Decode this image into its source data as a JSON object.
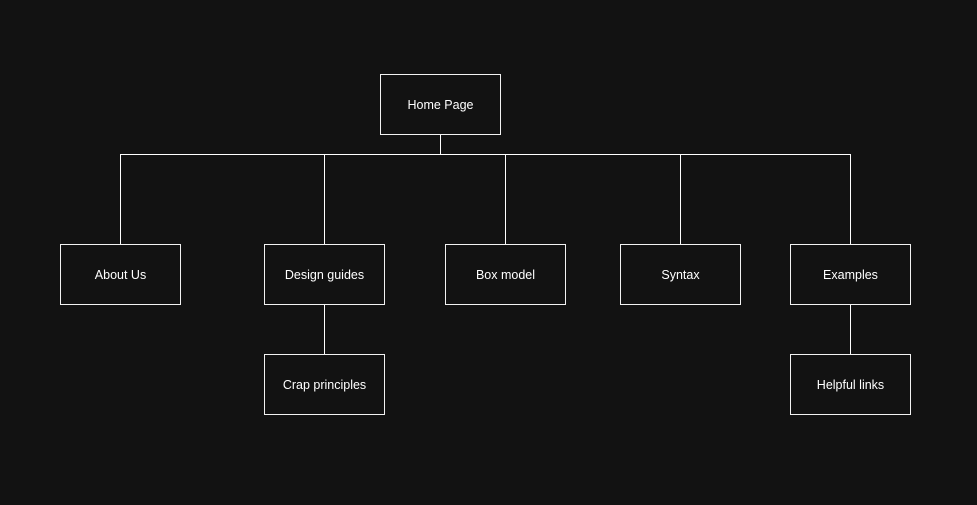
{
  "sitemap": {
    "root": {
      "label": "Home Page"
    },
    "sections": [
      {
        "label": "About Us"
      },
      {
        "label": "Design guides",
        "children": [
          {
            "label": "Crap principles"
          }
        ]
      },
      {
        "label": "Box model"
      },
      {
        "label": "Syntax"
      },
      {
        "label": "Examples",
        "children": [
          {
            "label": "Helpful links"
          }
        ]
      }
    ]
  },
  "colors": {
    "background": "#121212",
    "line": "#ffffff",
    "text": "#ffffff"
  }
}
